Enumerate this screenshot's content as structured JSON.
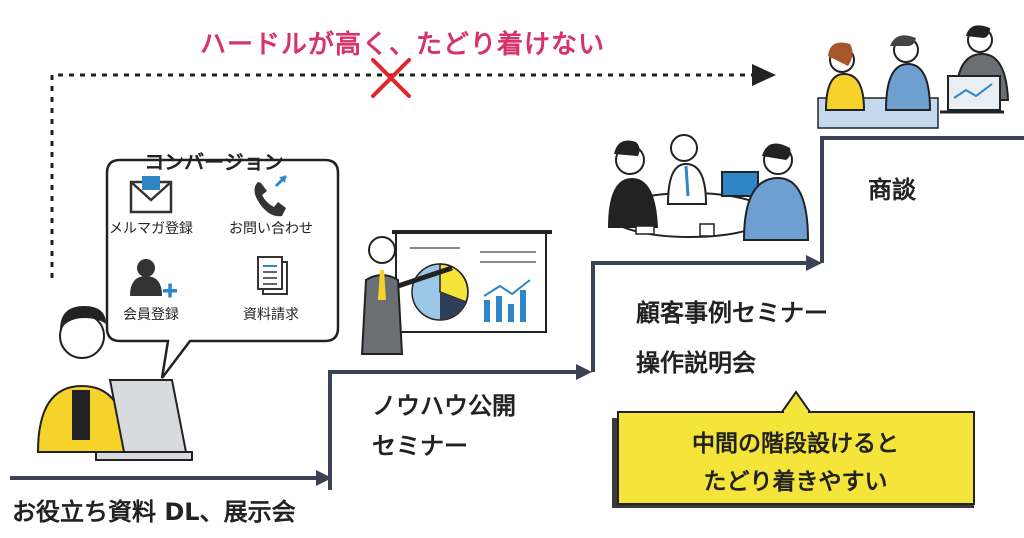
{
  "hurdle": {
    "text": "ハードルが高く、たどり着けない"
  },
  "conversion": {
    "title": "コンバージョン",
    "items": [
      {
        "label": "メルマガ登録",
        "icon": "mail-icon"
      },
      {
        "label": "お問い合わせ",
        "icon": "phone-icon"
      },
      {
        "label": "会員登録",
        "icon": "user-add-icon"
      },
      {
        "label": "資料請求",
        "icon": "document-icon"
      }
    ]
  },
  "steps": [
    {
      "label": "お役立ち資料 DL、展示会"
    },
    {
      "line1": "ノウハウ公開",
      "line2": "セミナー"
    },
    {
      "line1": "顧客事例セミナー",
      "line2": "操作説明会"
    },
    {
      "label": "商談"
    }
  ],
  "callout": {
    "line1": "中間の階段設けると",
    "line2": "たどり着きやすい"
  },
  "colors": {
    "accent": "#d6336c",
    "line": "#3b4256",
    "callout": "#f5e43a",
    "icon_blue": "#2f86c7"
  }
}
